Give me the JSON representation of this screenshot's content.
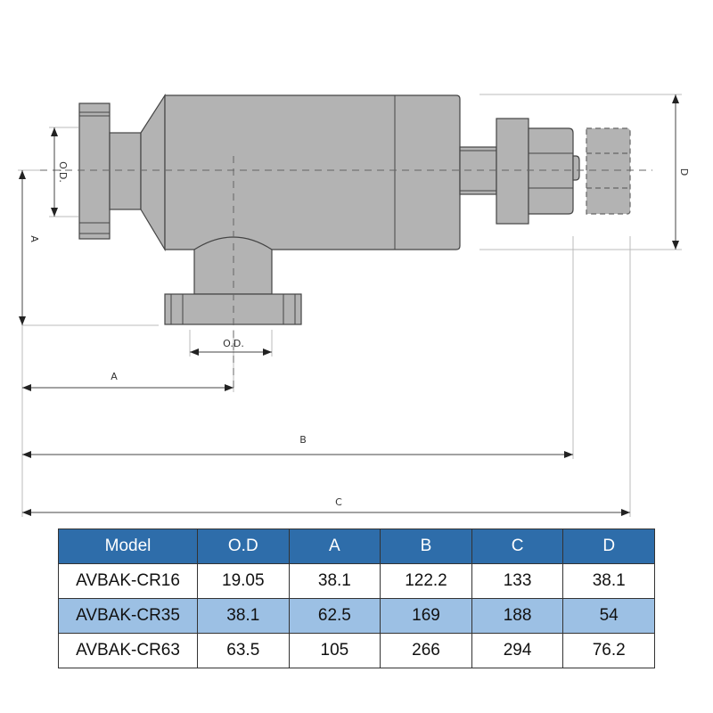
{
  "drawing": {
    "labels": {
      "od_left": "O.D.",
      "od_bottom": "O.D.",
      "a_vertical": "A",
      "a_horizontal": "A",
      "b": "B",
      "c": "C",
      "d": "D"
    }
  },
  "table": {
    "headers": [
      "Model",
      "O.D",
      "A",
      "B",
      "C",
      "D"
    ],
    "rows": [
      [
        "AVBAK-CR16",
        "19.05",
        "38.1",
        "122.2",
        "133",
        "38.1"
      ],
      [
        "AVBAK-CR35",
        "38.1",
        "62.5",
        "169",
        "188",
        "54"
      ],
      [
        "AVBAK-CR63",
        "63.5",
        "105",
        "266",
        "294",
        "76.2"
      ]
    ],
    "highlight_row": 1,
    "colors": {
      "header": "#2e6daa",
      "highlight": "#9cc0e4"
    }
  }
}
